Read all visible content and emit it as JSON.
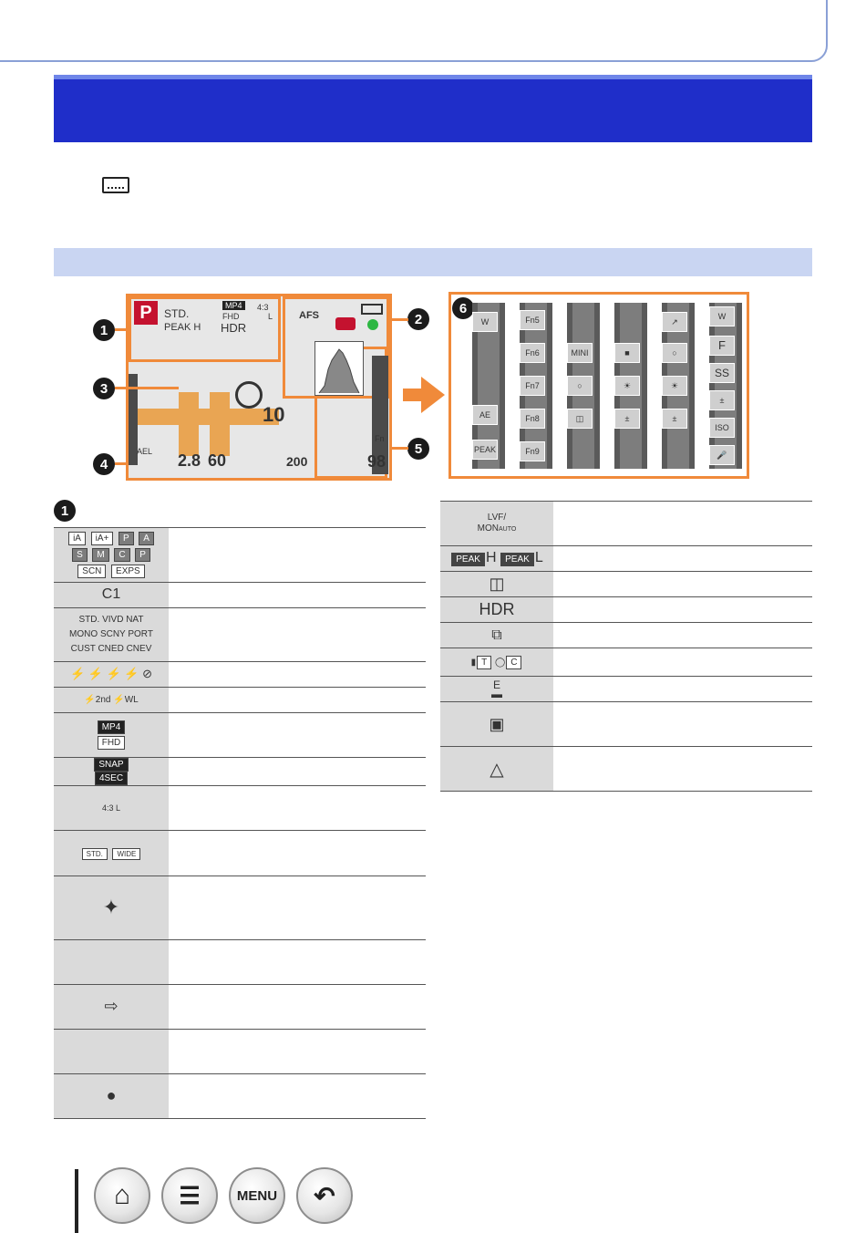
{
  "page": {
    "header_icon": "photo-frame-icon"
  },
  "screen": {
    "callouts": [
      "1",
      "2",
      "3",
      "4",
      "5",
      "6"
    ],
    "mode_label": "P",
    "style_label": "STD.",
    "quality_label": "MP4",
    "quality_sub": "FHD",
    "aspect_label": "4:3",
    "aspect_size": "L",
    "peak_label": "PEAK H",
    "hdr_label": "HDR",
    "focus_label": "AFS",
    "self_timer_count": "10",
    "aperture": "2.8",
    "shutter": "60",
    "iso": "200",
    "ael_label": "AEL",
    "frames_remaining": "98",
    "fn_label": "Fn",
    "min_label": "MINI",
    "f_label": "F",
    "ss_label": "SS",
    "iso_tab_label": "ISO"
  },
  "left_table": {
    "rows": [
      {
        "icons": [
          "iA",
          "iA+",
          "P",
          "A",
          "S",
          "M",
          "C",
          "P",
          "SCN",
          "EXPS"
        ],
        "desc": ""
      },
      {
        "icons": [
          "C1"
        ],
        "desc": ""
      },
      {
        "icons": [
          "STD.",
          "VIVD",
          "NAT",
          "MONO",
          "SCNY",
          "PORT",
          "CUST",
          "CNED",
          "CNEV"
        ],
        "desc": ""
      },
      {
        "icons": [
          "flash-auto",
          "flash-redeye",
          "flash-on",
          "flash-slow",
          "flash-slow-redeye",
          "flash-off"
        ],
        "desc": ""
      },
      {
        "icons": [
          "2nd",
          "WL"
        ],
        "desc": ""
      },
      {
        "icons": [
          "MP4",
          "FHD"
        ],
        "desc": ""
      },
      {
        "icons": [
          "SNAP",
          "4SEC"
        ],
        "desc": ""
      },
      {
        "icons": [
          "4:3",
          "L"
        ],
        "desc": ""
      },
      {
        "icons": [
          "STD.",
          "WIDE"
        ],
        "desc": ""
      },
      {
        "icons": [
          "filter-plus-icon"
        ],
        "desc": ""
      },
      {
        "icons": [],
        "desc": ""
      },
      {
        "icons": [
          "card-input-icon"
        ],
        "desc": ""
      },
      {
        "icons": [],
        "desc": ""
      },
      {
        "icons": [
          "camera-dot-icon"
        ],
        "desc": ""
      }
    ]
  },
  "right_table": {
    "rows": [
      {
        "icons": [
          "LVF/",
          "MON",
          "AUTO"
        ],
        "desc": ""
      },
      {
        "icons": [
          "PEAK",
          "H",
          "PEAK",
          "L"
        ],
        "desc": ""
      },
      {
        "icons": [
          "exposure-icon"
        ],
        "desc": ""
      },
      {
        "icons": [
          "HDR"
        ],
        "desc": ""
      },
      {
        "icons": [
          "multi-exposure-icon"
        ],
        "desc": ""
      },
      {
        "icons": [
          "T",
          "C"
        ],
        "desc": ""
      },
      {
        "icons": [
          "E"
        ],
        "desc": ""
      },
      {
        "icons": [
          "movie-photo-icon"
        ],
        "desc": ""
      },
      {
        "icons": [
          "warning-icon"
        ],
        "desc": ""
      }
    ]
  },
  "nav": {
    "menu_label": "MENU"
  },
  "colors": {
    "title_bar": "#1f2ec9",
    "sub_bar": "#c9d5f2",
    "accent_orange": "#f08a3a",
    "mode_red": "#c4122f"
  }
}
